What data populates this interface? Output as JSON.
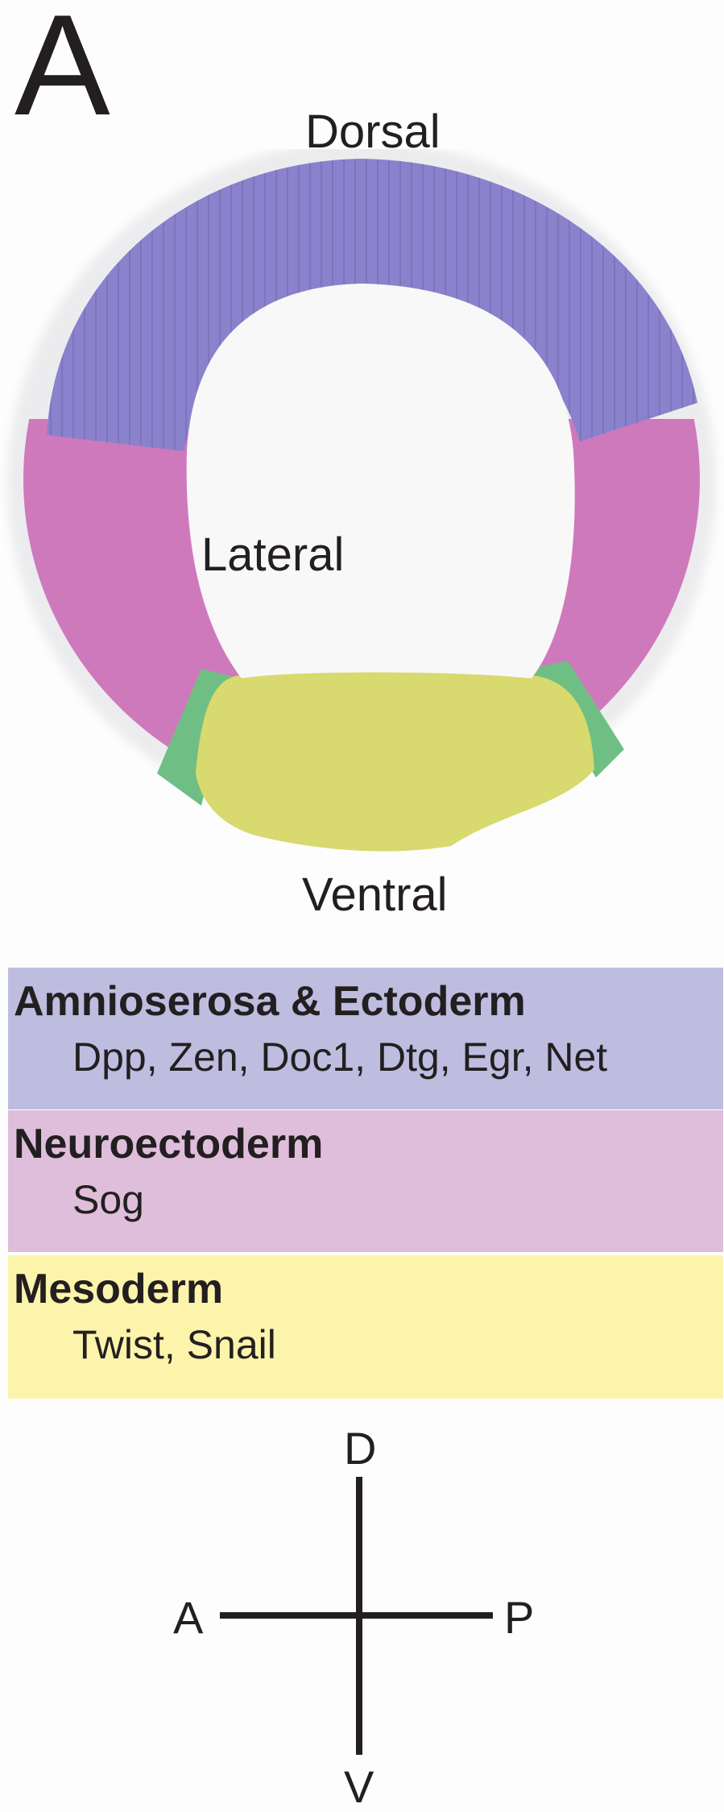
{
  "panel_letter": "A",
  "embryo_labels": {
    "dorsal": "Dorsal",
    "lateral": "Lateral",
    "ventral": "Ventral"
  },
  "legend": [
    {
      "title": "Amnioserosa & Ectoderm",
      "genes": "Dpp, Zen, Doc1, Dtg, Egr, Net",
      "color": "#bebde0"
    },
    {
      "title": "Neuroectoderm",
      "genes": "Sog",
      "color": "#dfbedc"
    },
    {
      "title": "Mesoderm",
      "genes": "Twist, Snail",
      "color": "#fcf4ab"
    }
  ],
  "tissue_colors": {
    "amnioserosa_ectoderm": "#8a82cc",
    "neuroectoderm": "#cf79bd",
    "mesoderm": "#d8d96e",
    "boundary": "#6fbf84"
  },
  "axis_labels": {
    "dorsal": "D",
    "ventral": "V",
    "anterior": "A",
    "posterior": "P"
  }
}
